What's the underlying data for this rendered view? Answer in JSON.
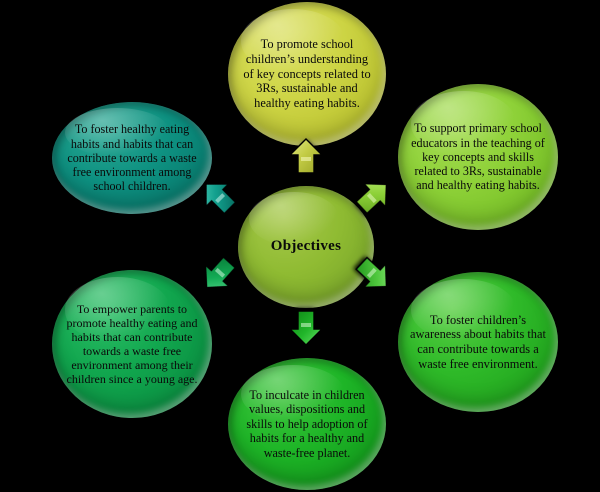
{
  "diagram": {
    "title": "Objectives",
    "background_color": "#000000",
    "center": {
      "label": "Objectives",
      "color": "#8fbb32"
    },
    "nodes": [
      {
        "id": "top",
        "position": "top",
        "color": "#cdd444",
        "text": "To promote school children’s understanding of key concepts related to 3Rs, sustainable and healthy eating habits."
      },
      {
        "id": "top-right",
        "position": "top-right",
        "color": "#8ed138",
        "text": "To support primary school educators in the teaching of key concepts and skills related to 3Rs, sustainable and healthy eating habits."
      },
      {
        "id": "right",
        "position": "bottom-right",
        "color": "#2fba29",
        "text": "To foster children’s awareness about habits that can contribute towards a waste free environment."
      },
      {
        "id": "bottom",
        "position": "bottom",
        "color": "#1eb527",
        "text": "To inculcate in children values, dispositions and skills to help adoption of habits for a healthy and waste-free planet."
      },
      {
        "id": "bottom-left",
        "position": "bottom-left",
        "color": "#11a64e",
        "text": "To empower parents to promote healthy eating and habits that can contribute towards a waste free environment among their children since a young age."
      },
      {
        "id": "top-left",
        "position": "top-left",
        "color": "#0e9181",
        "text": "To foster healthy eating habits and habits that can contribute towards a waste free environment among school children."
      }
    ],
    "arrows": [
      {
        "id": "arrow-up",
        "direction": "up",
        "color": "#c3cc45"
      },
      {
        "id": "arrow-up-right",
        "direction": "up-right",
        "color": "#8ed138"
      },
      {
        "id": "arrow-down-right",
        "direction": "down-right",
        "color": "#4ec73c"
      },
      {
        "id": "arrow-down",
        "direction": "down",
        "color": "#21b62a"
      },
      {
        "id": "arrow-down-left",
        "direction": "down-left",
        "color": "#13ab55"
      },
      {
        "id": "arrow-up-left",
        "direction": "up-left",
        "color": "#12a08e"
      }
    ]
  }
}
